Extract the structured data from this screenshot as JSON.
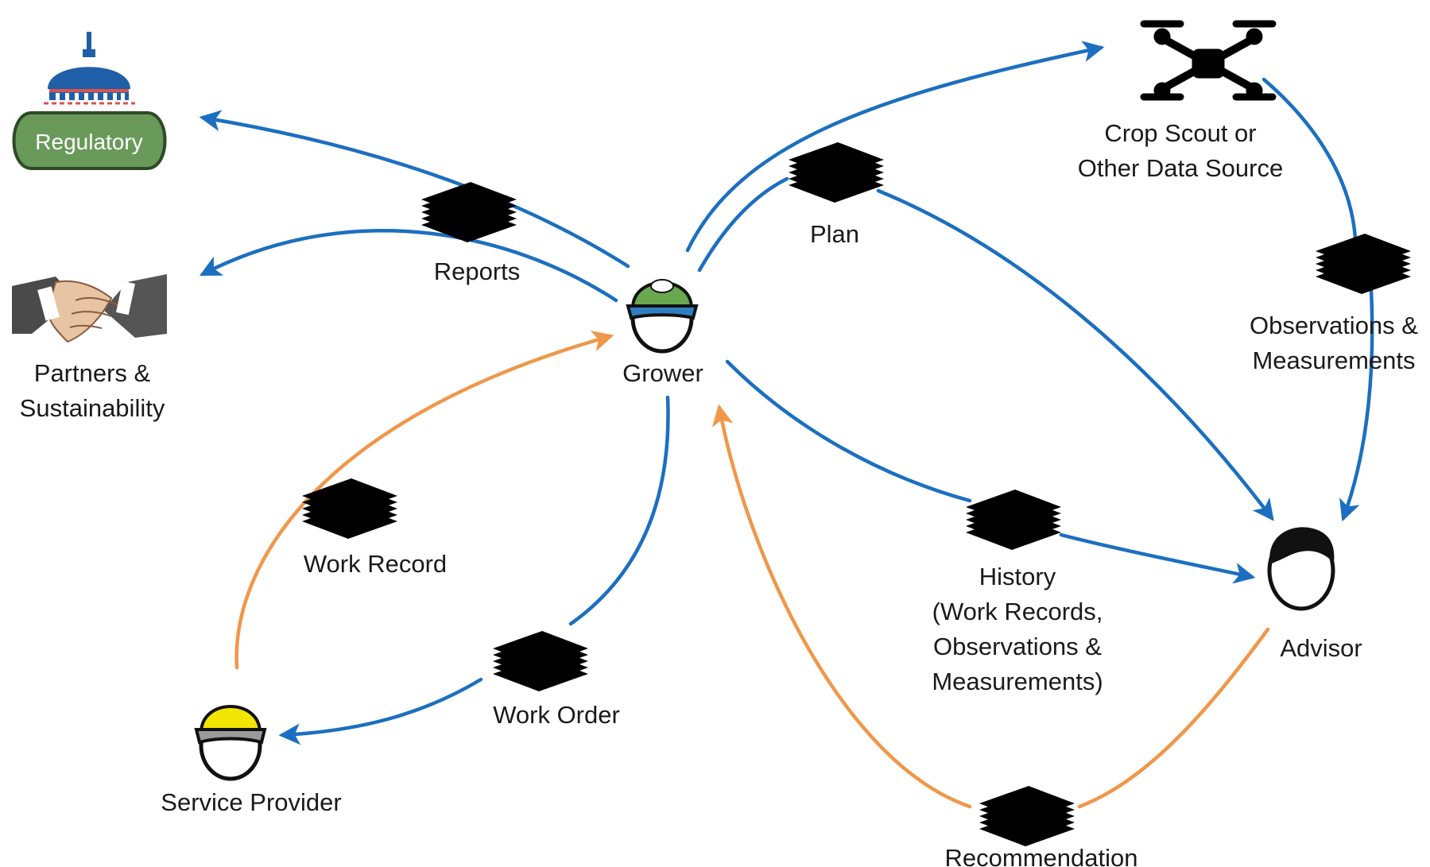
{
  "nodes": {
    "regulatory": {
      "label": "Regulatory"
    },
    "partners": {
      "line1": "Partners &",
      "line2": "Sustainability"
    },
    "grower": {
      "label": "Grower"
    },
    "crop_scout": {
      "line1": "Crop Scout or",
      "line2": "Other Data Source"
    },
    "advisor": {
      "label": "Advisor"
    },
    "service_provider": {
      "label": "Service Provider"
    }
  },
  "documents": {
    "reports": {
      "label": "Reports"
    },
    "plan": {
      "label": "Plan"
    },
    "observations": {
      "line1": "Observations &",
      "line2": "Measurements"
    },
    "history": {
      "line1": "History",
      "line2": "(Work Records,",
      "line3": "Observations &",
      "line4": "Measurements)"
    },
    "work_record": {
      "label": "Work Record"
    },
    "work_order": {
      "label": "Work Order"
    },
    "recommendation": {
      "label": "Recommendation"
    }
  },
  "colors": {
    "flow_blue": "#1c6fc0",
    "flow_orange": "#f0974a",
    "regulatory_green": "#6a9a5a",
    "capitol_blue": "#1f5fa8",
    "cap_green": "#6aa84f",
    "cap_blue": "#2f7ec1",
    "cap_yellow": "#f2e600",
    "cap_gray": "#9a9a9a"
  },
  "icons": {
    "regulatory": "capitol-icon",
    "partners": "handshake-icon",
    "crop_scout": "drone-icon",
    "grower": "person-cap-icon",
    "advisor": "person-icon",
    "service_provider": "person-cap-icon",
    "document": "document-stack-icon"
  }
}
